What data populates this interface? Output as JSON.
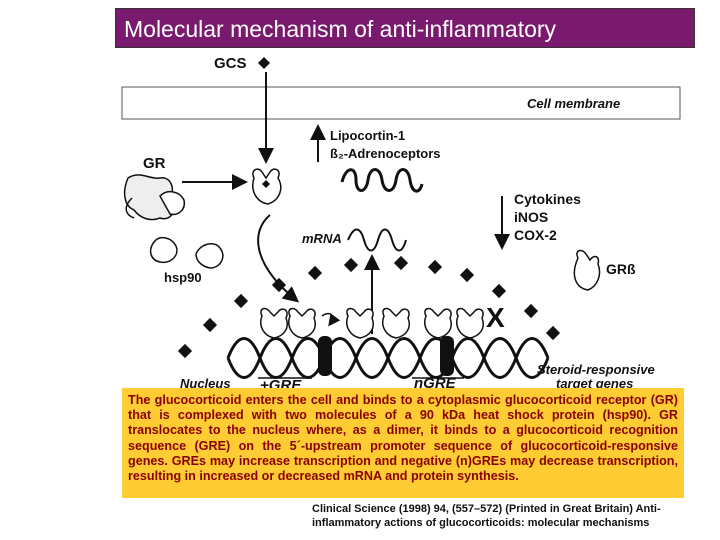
{
  "title": "Molecular mechanism of anti-inflammatory",
  "labels": {
    "gcs": "GCS",
    "cell_membrane": "Cell membrane",
    "lipocortin": "Lipocortin-1",
    "b2_adrenoceptors": "ß₂-Adrenoceptors",
    "gr": "GR",
    "cytokines": "Cytokines",
    "inos": "iNOS",
    "cox2": "COX-2",
    "mrna": "mRNA",
    "hsp90": "hsp90",
    "gr_beta": "GRß",
    "nucleus": "Nucleus",
    "plus_gre": "+GRE",
    "n_gre": "nGRE",
    "steroid_responsive_1": "Steroid-responsive",
    "steroid_responsive_2": "target genes",
    "x_mark": "X"
  },
  "description": "The glucocorticoid enters the cell and binds to a cytoplasmic glucocorticoid receptor (GR) that is complexed with two molecules of a 90 kDa heat shock protein (hsp90). GR translocates to the nucleus where, as a dimer, it binds to a glucocorticoid recognition sequence (GRE) on the 5´-upstream promoter sequence of glucocorticoid-responsive genes. GREs may increase transcription and negative (n)GREs may decrease transcription, resulting in increased or decreased mRNA and protein synthesis.",
  "citation": "Clinical Science (1998) 94, (557–572) (Printed in Great Britain) Anti-inflammatory actions of glucocorticoids: molecular mechanisms"
}
